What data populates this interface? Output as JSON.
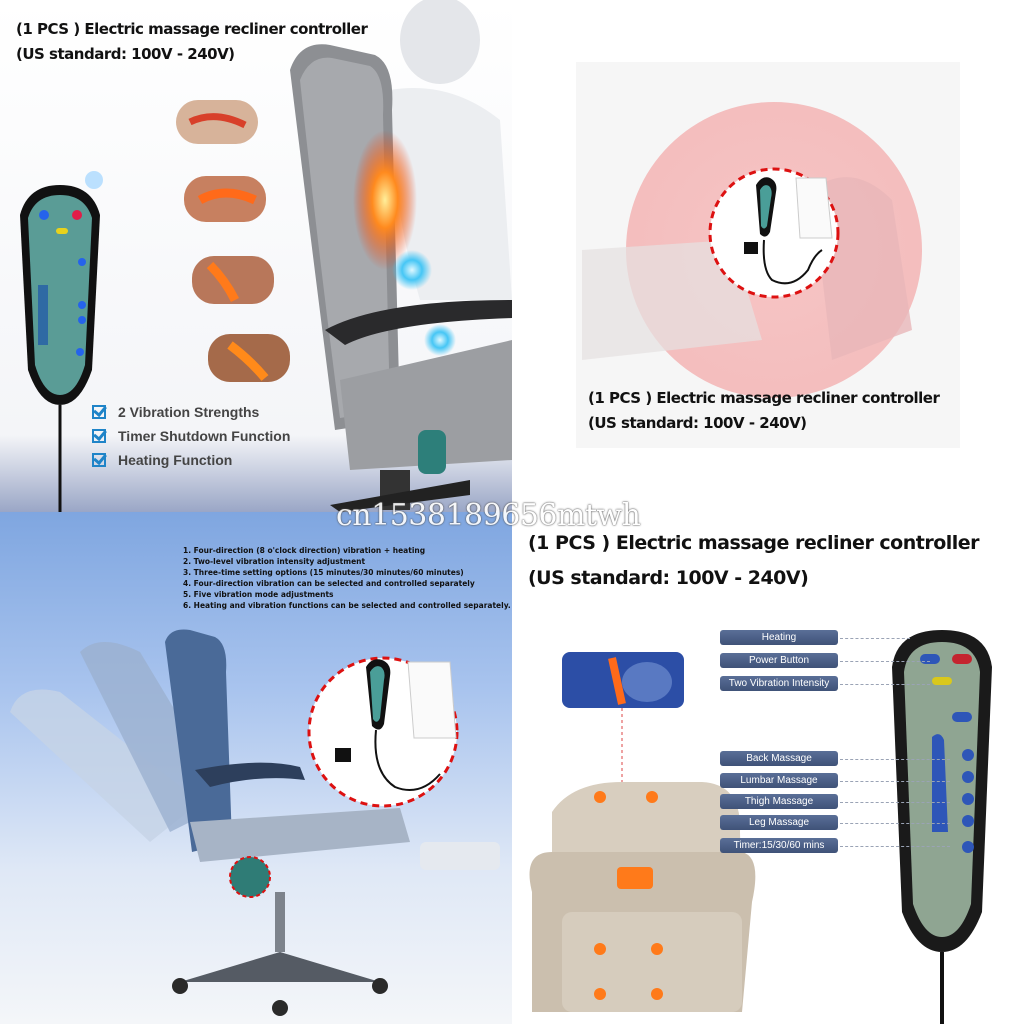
{
  "panel1": {
    "title_line1": "(1 PCS ) Electric massage recliner controller",
    "title_line2": "(US standard: 100V - 240V)",
    "features": [
      "2 Vibration Strengths",
      "Timer Shutdown Function",
      "Heating Function"
    ]
  },
  "panel2": {
    "title_line1": "(1 PCS ) Electric massage recliner controller",
    "title_line2": "(US standard: 100V - 240V)"
  },
  "panel3": {
    "features": [
      "1. Four-direction (8 o'clock direction) vibration + heating",
      "2. Two-level vibration intensity adjustment",
      "3. Three-time setting options (15 minutes/30 minutes/60 minutes)",
      "4. Four-direction vibration can be selected and controlled separately",
      "5. Five vibration mode adjustments",
      "6. Heating and vibration functions can be selected and controlled separately."
    ]
  },
  "panel4": {
    "title_line1": "(1 PCS ) Electric massage recliner controller",
    "title_line2": "(US standard: 100V - 240V)",
    "labels": [
      "Heating",
      "Power Button",
      "Two Vibration Intensity",
      "Back Massage",
      "Lumbar Massage",
      "Thigh Massage",
      "Leg Massage",
      "Timer:15/30/60 mins"
    ]
  },
  "watermark": "cn1538189656mtwh"
}
